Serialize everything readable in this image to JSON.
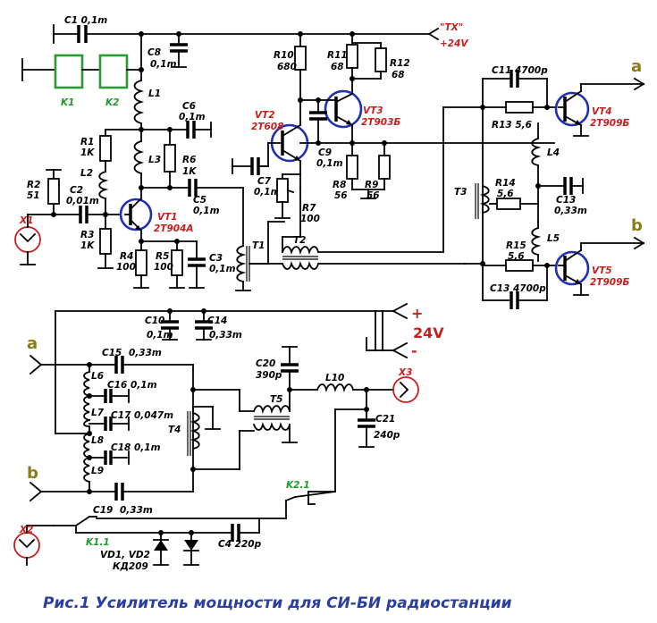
{
  "caption": "Рис.1 Усилитель мощности для СИ-БИ радиостанции",
  "power": {
    "tx_label": "\"TX\"",
    "supply_label": "+24V",
    "main_voltage": "24V",
    "plus": "+",
    "minus": "-"
  },
  "ports": {
    "a": "a",
    "b": "b"
  },
  "connectors": {
    "x1": "X1",
    "x2": "X2",
    "x3": "X3"
  },
  "relays": {
    "k1": "K1",
    "k2": "K2",
    "k11": "K1.1",
    "k21": "K2.1"
  },
  "transistors": {
    "vt1": {
      "name": "VT1",
      "type": "2T904A"
    },
    "vt2": {
      "name": "VT2",
      "type": "2T608"
    },
    "vt3": {
      "name": "VT3",
      "type": "2T903Б"
    },
    "vt4": {
      "name": "VT4",
      "type": "2T909Б"
    },
    "vt5": {
      "name": "VT5",
      "type": "2T909Б"
    }
  },
  "resistors": {
    "r1": {
      "name": "R1",
      "value": "1K"
    },
    "r2": {
      "name": "R2",
      "value": "51"
    },
    "r3": {
      "name": "R3",
      "value": "1K"
    },
    "r4": {
      "name": "R4",
      "value": "100"
    },
    "r5": {
      "name": "R5",
      "value": "100"
    },
    "r6": {
      "name": "R6",
      "value": "1K"
    },
    "r7": {
      "name": "R7",
      "value": "100"
    },
    "r8": {
      "name": "R8",
      "value": "56"
    },
    "r9": {
      "name": "R9",
      "value": "56"
    },
    "r10": {
      "name": "R10",
      "value": "680"
    },
    "r11": {
      "name": "R11",
      "value": "68"
    },
    "r12": {
      "name": "R12",
      "value": "68"
    },
    "r13": {
      "name": "R13 5,6"
    },
    "r14": {
      "name": "R14",
      "value": "5,6"
    },
    "r15": {
      "name": "R15",
      "value": "5,6"
    }
  },
  "capacitors": {
    "c1": "C1 0,1m",
    "c2": {
      "name": "C2",
      "value": "0,01m"
    },
    "c3": {
      "name": "C3",
      "value": "0,1m"
    },
    "c4": "C4 220p",
    "c5": {
      "name": "C5",
      "value": "0,1m"
    },
    "c6": {
      "name": "C6",
      "value": "0,1m"
    },
    "c7": {
      "name": "C7",
      "value": "0,1m"
    },
    "c8": {
      "name": "C8",
      "value": "0,1m"
    },
    "c9": {
      "name": "C9",
      "value": "0,1m"
    },
    "c10": {
      "name": "C10",
      "value": "0,1m"
    },
    "c11": "C11 4700p",
    "c13_top": {
      "name": "C13",
      "value": "0,33m"
    },
    "c13_bottom": "C13 4700p",
    "c14": {
      "name": "C14",
      "value": "0,33m"
    },
    "c15": "C15",
    "c15_value": "0,33m",
    "c16": "C16 0,1m",
    "c17": "C17 0,047m",
    "c18": "C18 0,1m",
    "c19": "C19",
    "c19_value": "0,33m",
    "c20": {
      "name": "C20",
      "value": "390p"
    },
    "c21": {
      "name": "C21",
      "value": "240p"
    }
  },
  "inductors": {
    "l1": "L1",
    "l2": "L2",
    "l3": "L3",
    "l4": "L4",
    "l5": "L5",
    "l6": "L6",
    "l7": "L7",
    "l8": "L8",
    "l9": "L9",
    "l10": "L10"
  },
  "transformers": {
    "t1": "T1",
    "t2": "T2",
    "t3": "T3",
    "t4": "T4",
    "t5": "T5"
  },
  "diodes": {
    "names": "VD1, VD2",
    "type": "КД209"
  }
}
